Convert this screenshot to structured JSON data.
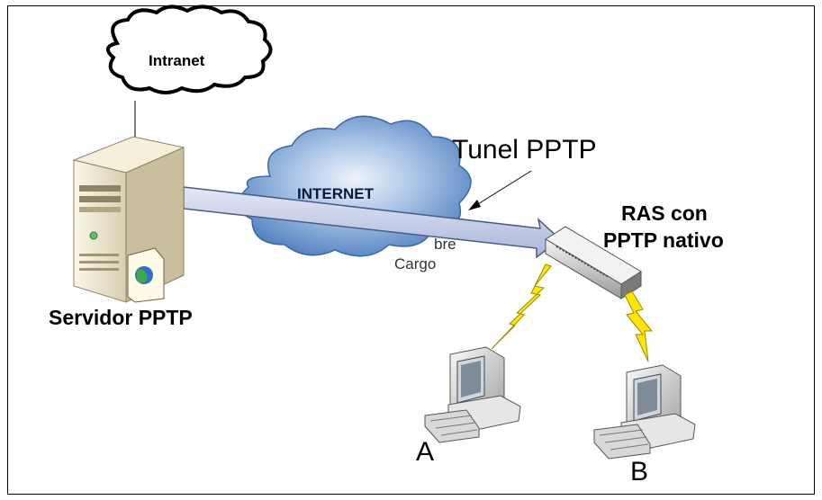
{
  "diagram": {
    "intranet_label": "Intranet",
    "internet_label": "INTERNET",
    "tunnel_label": "Tunel  PPTP",
    "server_label": "Servidor PPTP",
    "ras_line1": "RAS con",
    "ras_line2": "PPTP nativo",
    "cargo_line1": "bre",
    "cargo_line2": "Cargo",
    "client_a_label": "A",
    "client_b_label": "B"
  },
  "colors": {
    "cloud_blue": "#7fa6d6",
    "tunnel_fill": "#c8d1ea",
    "lightning": "#ffe600",
    "server_body": "#efe6c9"
  }
}
